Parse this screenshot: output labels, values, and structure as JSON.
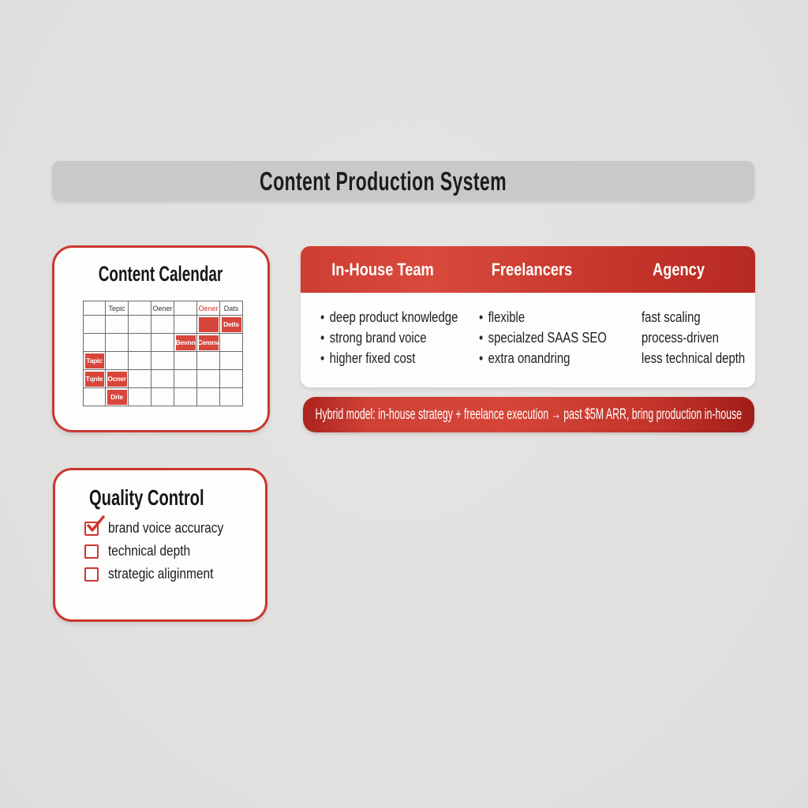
{
  "header": {
    "title": "Content Production System"
  },
  "calendar_card": {
    "title": "Content Calendar",
    "table": {
      "columns": 7,
      "rows": 6,
      "header_labels": [
        {
          "col": 1,
          "text": "Tepic",
          "color": "dark"
        },
        {
          "col": 3,
          "text": "Oener",
          "color": "dark"
        },
        {
          "col": 5,
          "text": "Oener",
          "color": "red"
        },
        {
          "col": 6,
          "text": "Dats",
          "color": "dark"
        }
      ],
      "highlight_cells": [
        {
          "row": 1,
          "col": 5,
          "text": ""
        },
        {
          "row": 1,
          "col": 6,
          "text": "Detls"
        },
        {
          "row": 2,
          "col": 4,
          "text": "Bevnn"
        },
        {
          "row": 2,
          "col": 5,
          "text": "Cemnv"
        },
        {
          "row": 3,
          "col": 0,
          "text": "Tapic"
        },
        {
          "row": 4,
          "col": 0,
          "text": "Tqnle"
        },
        {
          "row": 4,
          "col": 1,
          "text": "Ocner"
        },
        {
          "row": 5,
          "col": 1,
          "text": "Drle"
        }
      ]
    }
  },
  "comparison": {
    "columns": [
      {
        "header": "In-House Team",
        "bullets": true,
        "items": [
          "deep product knowledge",
          "strong brand voice",
          "higher fixed cost"
        ]
      },
      {
        "header": "Freelancers",
        "bullets": true,
        "items": [
          "flexible",
          "specialzed SAAS SEO",
          "extra onandring"
        ]
      },
      {
        "header": "Agency",
        "bullets": false,
        "items": [
          "fast scaling",
          "process-driven",
          "less technical depth"
        ]
      }
    ],
    "banner": "Hybrid model: in-house strategy + freelance execution → past $5M ARR, bring production in-house"
  },
  "quality_card": {
    "title": "Quality Control",
    "items": [
      {
        "label": "brand voice accuracy",
        "checked": true
      },
      {
        "label": "technical depth",
        "checked": false
      },
      {
        "label": "strategic aliginment",
        "checked": false
      }
    ]
  },
  "colors": {
    "background": "#e2e1e0",
    "banner_gray": "#cac9c8",
    "accent_red": "#d0362c",
    "card_border_red": "#cb372e",
    "fill_red": "#d8463b",
    "text_dark": "#1d1d1d",
    "text_white": "#ffffff"
  }
}
